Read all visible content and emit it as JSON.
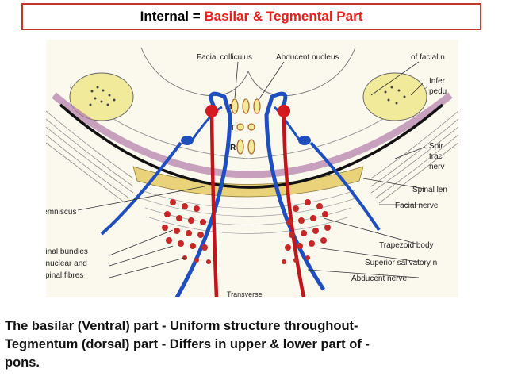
{
  "title": {
    "prefix": "Internal",
    "equals": "=",
    "highlight": "Basilar & Tegmental Part"
  },
  "diagram": {
    "labels_top": {
      "facial_colliculus": "Facial colliculus",
      "abducent_nucleus": "Abducent nucleus",
      "of_facial": "of facial n"
    },
    "labels_right": {
      "infer": "Infer",
      "pedu": "pedu",
      "spir": "Spir",
      "trac": "trac",
      "nerv": "nerv",
      "spinal_len": "Spinal len",
      "facial_nerve": "Facial nerve",
      "trapezoid_body": "Trapezoid body",
      "superior_salivatory": "Superior salivatory n",
      "abducent_nerve": "Abducent nerve"
    },
    "labels_left": {
      "lemniscus": "lemniscus",
      "dinal_bundles": "dinal bundles",
      "onuclear_and": "onuclear and",
      "spinal_fibres": "spinal fibres"
    },
    "labels_bottom": {
      "transverse": "Transverse"
    },
    "nucleus_letters": [
      "M",
      "T",
      "R"
    ]
  },
  "caption": {
    "line1": "The basilar (Ventral) part - Uniform structure throughout-",
    "line2": "Tegmentum (dorsal) part - Differs in upper & lower part of -",
    "line3": "pons."
  }
}
